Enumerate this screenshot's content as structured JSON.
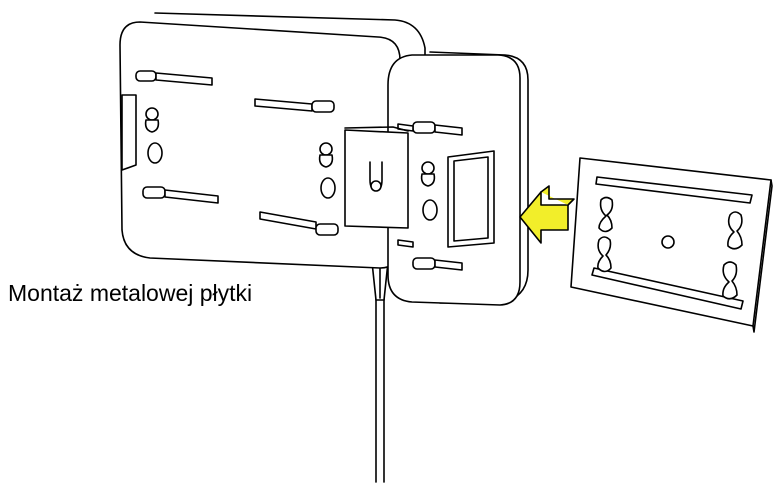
{
  "caption": "Montaż metalowej płytki",
  "colors": {
    "line": "#000000",
    "background": "#ffffff",
    "arrow_fill": "#f2ee2a"
  },
  "icons": [
    "mounting-bracket",
    "metal-plate",
    "insert-arrow",
    "cable"
  ]
}
